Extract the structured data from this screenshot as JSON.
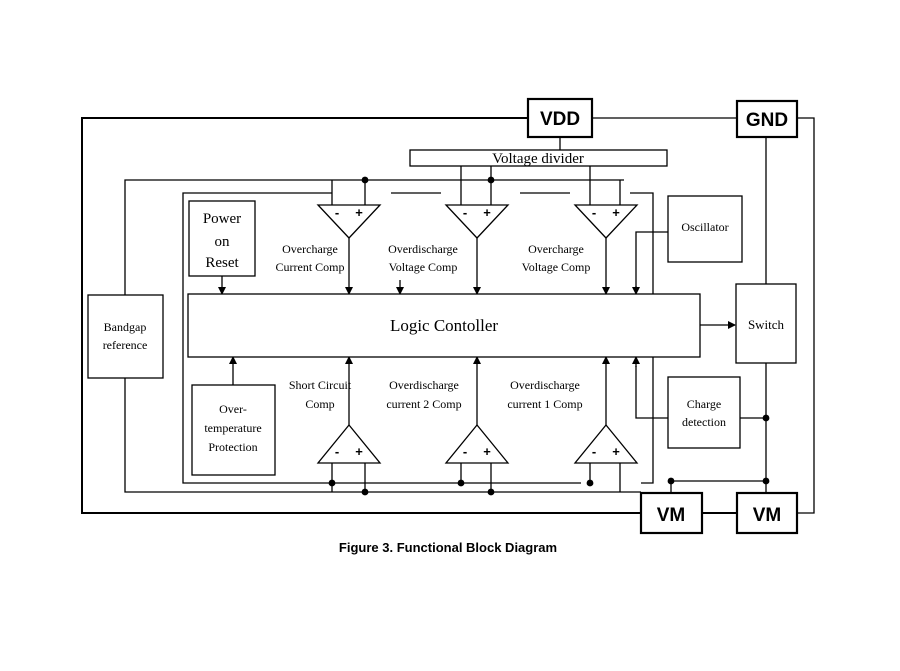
{
  "caption": "Figure 3. Functional Block Diagram",
  "pins": {
    "vdd": "VDD",
    "gnd": "GND",
    "vm_left": "VM",
    "vm_right": "VM"
  },
  "blocks": {
    "voltage_divider": "Voltage divider",
    "power_on_reset": [
      "Power",
      "on",
      "Reset"
    ],
    "oscillator": "Oscillator",
    "bandgap_reference": [
      "Bandgap",
      "reference"
    ],
    "logic_controller": "Logic Contoller",
    "switch": "Switch",
    "over_temperature_protection": [
      "Over-",
      "temperature",
      "Protection"
    ],
    "charge_detection": [
      "Charge",
      "detection"
    ]
  },
  "comparators": {
    "top": [
      {
        "label": [
          "Overcharge",
          "Current Comp"
        ],
        "minus": "-",
        "plus": "+"
      },
      {
        "label": [
          "Overdischarge",
          "Voltage Comp"
        ],
        "minus": "-",
        "plus": "+"
      },
      {
        "label": [
          "Overcharge",
          "Voltage Comp"
        ],
        "minus": "-",
        "plus": "+"
      }
    ],
    "bottom": [
      {
        "label": [
          "Short Circuit",
          "Comp"
        ],
        "minus": "-",
        "plus": "+"
      },
      {
        "label": [
          "Overdischarge",
          "current 2 Comp"
        ],
        "minus": "-",
        "plus": "+"
      },
      {
        "label": [
          "Overdischarge",
          "current 1 Comp"
        ],
        "minus": "-",
        "plus": "+"
      }
    ]
  }
}
